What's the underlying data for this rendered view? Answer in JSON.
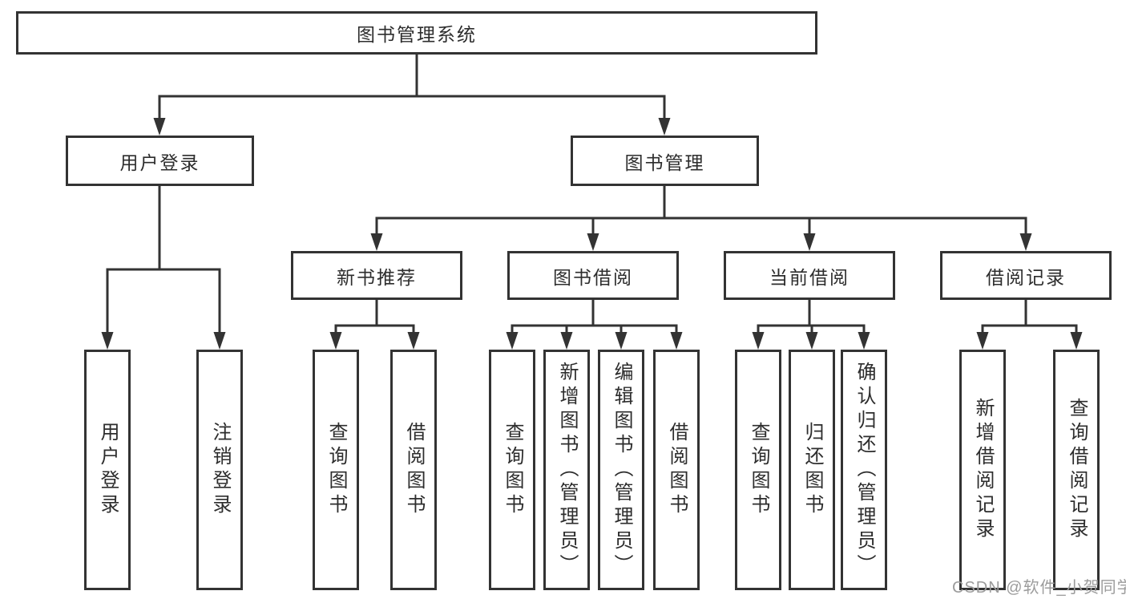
{
  "diagram": {
    "title": "图书管理系统",
    "branches": [
      {
        "label": "用户登录",
        "children": [
          {
            "label": "用户登录"
          },
          {
            "label": "注销登录"
          }
        ]
      },
      {
        "label": "图书管理",
        "sections": [
          {
            "label": "新书推荐",
            "children": [
              {
                "label": "查询图书"
              },
              {
                "label": "借阅图书"
              }
            ]
          },
          {
            "label": "图书借阅",
            "children": [
              {
                "label": "查询图书"
              },
              {
                "label": "新增图书（管理员）"
              },
              {
                "label": "编辑图书（管理员）"
              },
              {
                "label": "借阅图书"
              }
            ]
          },
          {
            "label": "当前借阅",
            "children": [
              {
                "label": "查询图书"
              },
              {
                "label": "归还图书"
              },
              {
                "label": "确认归还（管理员）"
              }
            ]
          },
          {
            "label": "借阅记录",
            "children": [
              {
                "label": "新增借阅记录"
              },
              {
                "label": "查询借阅记录"
              }
            ]
          }
        ]
      }
    ]
  },
  "watermark": {
    "text": "CSDN @软件_小贺同学"
  },
  "colors": {
    "line": "#333333",
    "text": "#2d2d2d",
    "watermark": "#9c9c9c",
    "background": "#ffffff"
  }
}
